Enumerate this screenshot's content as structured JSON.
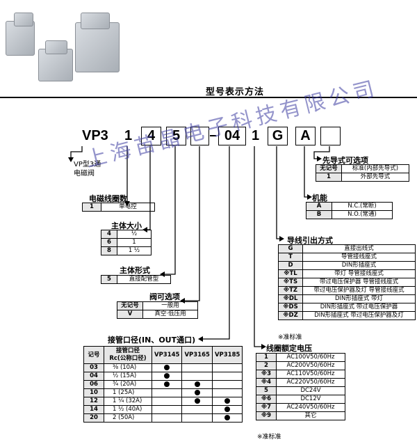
{
  "page_title": "型号表示方法",
  "model": {
    "prefix": "VP3",
    "d1": "1",
    "d2": "4",
    "d3": "5",
    "port": "04",
    "d4": "1",
    "d5": "G",
    "d6": "A"
  },
  "desc_series": "VP型3通电磁阀",
  "coil_count": {
    "title": "电磁线圈数",
    "rows": [
      [
        "1",
        "单电控"
      ]
    ]
  },
  "body_size": {
    "title": "主体大小",
    "rows": [
      [
        "4",
        "½"
      ],
      [
        "6",
        "1"
      ],
      [
        "8",
        "1 ½"
      ]
    ]
  },
  "body_form": {
    "title": "主体形式",
    "rows": [
      [
        "5",
        "直接配管型"
      ]
    ]
  },
  "valve_option": {
    "title": "阀可选项",
    "rows": [
      [
        "无记号",
        "一般用"
      ],
      [
        "V",
        "真空·低压用"
      ]
    ]
  },
  "port_size": {
    "title": "接管口径(IN、OUT通口)",
    "headers": [
      "记号",
      "接管口径\nRc(公称口径)",
      "VP3145",
      "VP3165",
      "VP3185"
    ],
    "rows": [
      {
        "code": "03",
        "size": "⅜ (10A)",
        "a": true,
        "b": false,
        "c": false
      },
      {
        "code": "04",
        "size": "½ (15A)",
        "a": true,
        "b": false,
        "c": false
      },
      {
        "code": "06",
        "size": "¾ (20A)",
        "a": true,
        "b": true,
        "c": false
      },
      {
        "code": "10",
        "size": "1 (25A)",
        "a": false,
        "b": true,
        "c": false
      },
      {
        "code": "12",
        "size": "1 ¼ (32A)",
        "a": false,
        "b": true,
        "c": true
      },
      {
        "code": "14",
        "size": "1 ½ (40A)",
        "a": false,
        "b": false,
        "c": true
      },
      {
        "code": "20",
        "size": "2 (50A)",
        "a": false,
        "b": false,
        "c": true
      }
    ]
  },
  "pilot_option": {
    "title": "先导式可选项",
    "rows": [
      [
        "无记号",
        "标准(内部先导式)"
      ],
      [
        "1",
        "外部先导式"
      ]
    ]
  },
  "function": {
    "title": "机能",
    "rows": [
      [
        "A",
        "N.C.(常断)"
      ],
      [
        "B",
        "N.O.(常通)"
      ]
    ]
  },
  "wiring": {
    "title": "导线引出方式",
    "rows": [
      [
        "G",
        "直接出线式"
      ],
      [
        "T",
        "导管接线座式"
      ],
      [
        "D",
        "DIN形插座式"
      ],
      [
        "※TL",
        "带灯  导管接线座式"
      ],
      [
        "※TS",
        "带过电压保护器  导管接线座式"
      ],
      [
        "※TZ",
        "带过电压保护器及灯  导管接线座式"
      ],
      [
        "※DL",
        "DIN形插座式  带灯"
      ],
      [
        "※DS",
        "DIN形插座式 带过电压保护器"
      ],
      [
        "※DZ",
        "DIN形插座式 带过电压保护器及灯"
      ]
    ],
    "note": "※准标准"
  },
  "voltage": {
    "title": "线圈额定电压",
    "rows": [
      [
        "1",
        "AC100V50/60Hz"
      ],
      [
        "2",
        "AC200V50/60Hz"
      ],
      [
        "※3",
        "AC110V50/60Hz"
      ],
      [
        "※4",
        "AC220V50/60Hz"
      ],
      [
        "5",
        "DC24V"
      ],
      [
        "※6",
        "DC12V"
      ],
      [
        "※7",
        "AC240V50/60Hz"
      ],
      [
        "※9",
        "其它"
      ]
    ],
    "note": "※准标准"
  },
  "watermark": "上海苗晶电子科技有限公司"
}
